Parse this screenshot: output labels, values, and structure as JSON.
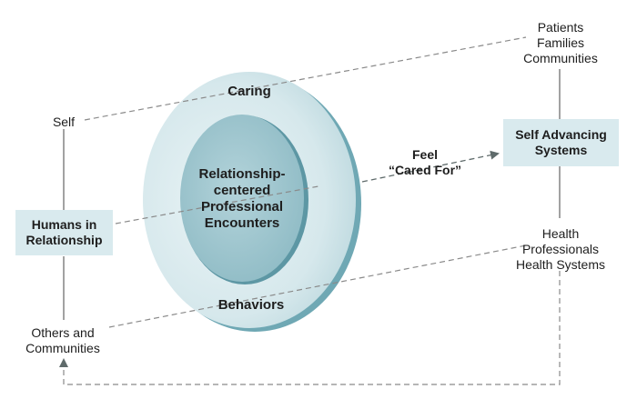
{
  "outer_ring": {
    "top_label": "Caring",
    "bottom_label": "Behaviors"
  },
  "center": {
    "label": "Relationship-\ncentered\nProfessional\nEncounters"
  },
  "left": {
    "self_label": "Self",
    "box_label": "Humans in\nRelationship",
    "others_label": "Others and\nCommunities"
  },
  "right": {
    "top_label": "Patients\nFamilies\nCommunities",
    "box_label": "Self Advancing\nSystems",
    "bottom_label": "Health\nProfessionals\nHealth Systems"
  },
  "arrow_label": "Feel\n“Cared For”",
  "colors": {
    "outer_ring_fill": "#d8e9ed",
    "outer_ring_shadow": "#6fa8b4",
    "inner_fill": "#9fc6cf",
    "box_fill": "#d9eaee",
    "line": "#8a8a8a",
    "arrow_line": "#5f6b6b"
  }
}
